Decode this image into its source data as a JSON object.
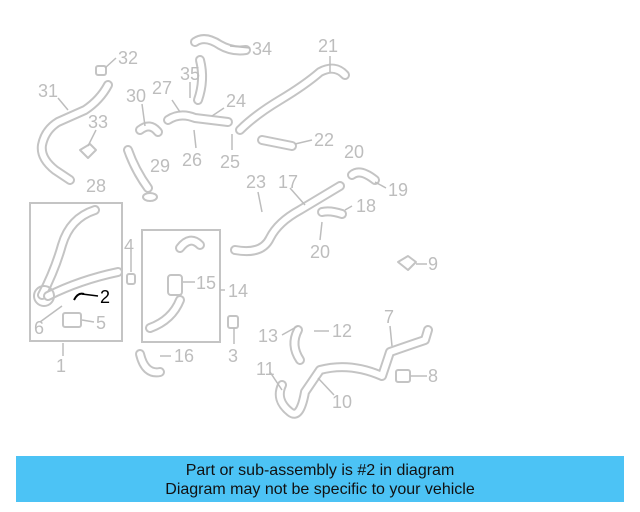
{
  "callouts": [
    "32",
    "34",
    "21",
    "31",
    "35",
    "27",
    "30",
    "24",
    "33",
    "22",
    "26",
    "25",
    "20",
    "29",
    "28",
    "23",
    "17",
    "19",
    "18",
    "20",
    "4",
    "15",
    "14",
    "9",
    "2",
    "6",
    "5",
    "7",
    "13",
    "12",
    "3",
    "16",
    "11",
    "8",
    "10",
    "1"
  ],
  "highlighted_part": "2",
  "banner": {
    "line1": "Part or sub-assembly is #2 in diagram",
    "line2": "Diagram may not be specific to your vehicle"
  },
  "colors": {
    "banner_bg": "#4cc3f5",
    "part_gray": "#c4c4c4",
    "highlight": "#000000"
  }
}
